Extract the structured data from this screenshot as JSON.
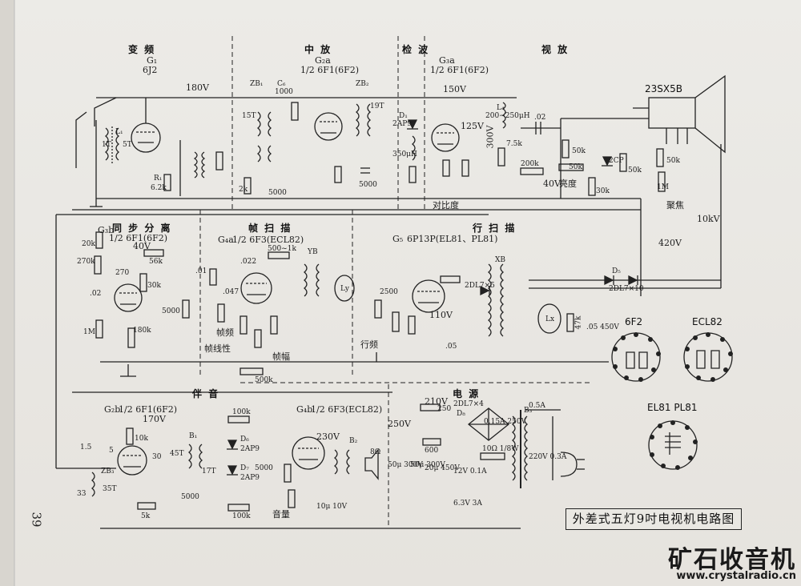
{
  "title": "外差式五灯9吋电视机电路图",
  "page_number": "39",
  "watermark": {
    "name": "矿石收音机",
    "url": "www.crystalradio.cn"
  },
  "sections": {
    "converter": "变 频",
    "if": "中 放",
    "detector": "检 波",
    "video": "视 放",
    "sync": "同 步 分 离",
    "frame": "帧 扫 描",
    "line": "行 扫 描",
    "sound": "伴 音",
    "power": "电 源"
  },
  "tubes": {
    "g1": "G₁",
    "g1_type": "6J2",
    "g2a": "G₂a",
    "g2a_type": "1/2  6F1(6F2)",
    "g3a": "G₃a",
    "g3a_type": "1/2  6F1(6F2)",
    "g2b": "G₂b",
    "g2b_type": "1/2 6F1(6F2)",
    "g3b": "G₃b",
    "g3b_type": "1/2 6F1(6F2)",
    "g4a": "G₄a",
    "g4a_type": "1/2 6F3(ECL82)",
    "g4b": "G₄b",
    "g4b_type": "1/2 6F3(ECL82)",
    "g5": "G₅",
    "g5_type": "6P13P(EL81、PL81)",
    "crt": "23SX5B"
  },
  "pinouts": {
    "left": "6F2",
    "right": "ECL82",
    "bottom": "EL81 PL81"
  },
  "labels": {
    "v180": "180V",
    "v150": "150V",
    "v125": "125V",
    "v300": "300V",
    "v40a": "40V",
    "v40b": "40V",
    "v420": "420V",
    "v10k": "10kV",
    "v210": "210V",
    "v250": "250V",
    "v170": "170V",
    "v230": "230V",
    "v110": "110V",
    "contrast": "对比度",
    "brightness": "亮度",
    "focus": "聚焦",
    "frame_width": "帧幅",
    "line_freq": "行频",
    "frame_freq": "帧频",
    "frame_lin": "帧线性",
    "volume": "音量",
    "l1": "L₁",
    "t1": "1T",
    "t5": "5T",
    "zb1": "ZB₁",
    "zb2": "ZB₂",
    "zb3": "ZB₃",
    "t15": "15T",
    "t19": "19T",
    "t35": "35T",
    "t45": "45T",
    "t17": "17T",
    "c6": "C₆",
    "c6v": "1000",
    "r1": "R₁",
    "r1v": "6.2k",
    "r2v": "2k",
    "c5v": "5000",
    "c8v": "5000",
    "d1": "D₁",
    "d1v": "2AP9",
    "l3v": "350μH",
    "l4": "L₄",
    "l4v": "200~250μH",
    "r9v": "7.5k",
    "r10v": "200k",
    "r11v": "50k",
    "r12v": "50k",
    "r13v": "50k",
    "r14v": "30k",
    "w1v": "1M",
    "w2v": "50k",
    "d2v": "2CP",
    "c19v": ".02",
    "r35v": "20k",
    "r36v": "270k",
    "r17v": "1M",
    "r19v": "180k",
    "r20v": "56k",
    "r18v": "30k",
    "c11v": "270",
    "c12v": ".02",
    "c13v": "5000",
    "c14v": ".01",
    "c15v": ".047",
    "c16v": ".022",
    "r22v": "500~1k",
    "r26v": "500k",
    "yb": "YB",
    "ly": "Ly",
    "lx": "Lx",
    "xb": "XB",
    "d4v": "2DL7×5",
    "d5": "D₅",
    "d5v": "2DL7×10",
    "c23v": ".05",
    "c25v": ".05 450V",
    "r33v": "47k",
    "c20v": "2500",
    "c26v": "1.5",
    "c28v": "5",
    "c27v": "33",
    "c29v": "30",
    "r34v": "10k",
    "r35bv": "5k",
    "r36bv": "100k",
    "r37v": "100k",
    "c31v": "5000",
    "c33v": "5000",
    "d6": "D₆",
    "d7": "D₇",
    "d6v": "2AP9",
    "d7v": "2AP9",
    "b1": "B₁",
    "b2": "B₂",
    "b3": "B₃",
    "spk": "8Ω",
    "c35v": "10μ 10V",
    "c37v": "50μ 300V",
    "c38v": "50μ 300V",
    "c39v": "20μ 450V",
    "r39v": "250",
    "r40v": "600",
    "r41v": "10Ω 1/8W",
    "d8": "D₈",
    "d8v": "2DL7×4",
    "fuse": "0.5A",
    "ac": "220V 0.3A",
    "v012": "0.15A 250V",
    "v12": "12V 0.1A",
    "v63": "6.3V 3A"
  },
  "colors": {
    "ink": "#222222",
    "paper": "#e9e6e1"
  }
}
